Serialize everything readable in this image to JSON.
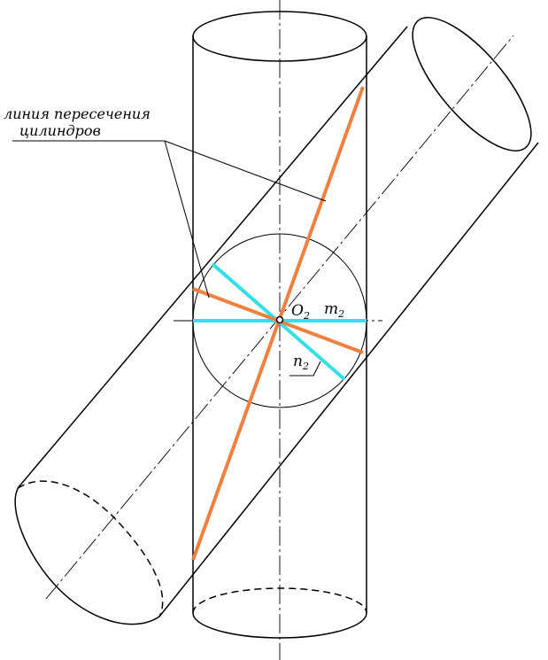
{
  "annotation": {
    "line1": "линия пересечения",
    "line2": "цилиндров"
  },
  "labels": {
    "center": {
      "letter": "O",
      "sub": "2"
    },
    "m": {
      "letter": "m",
      "sub": "2"
    },
    "n": {
      "letter": "n",
      "sub": "2"
    }
  },
  "colors": {
    "outline": "#000000",
    "intersection": "#f08040",
    "generator": "#33e0e8"
  }
}
